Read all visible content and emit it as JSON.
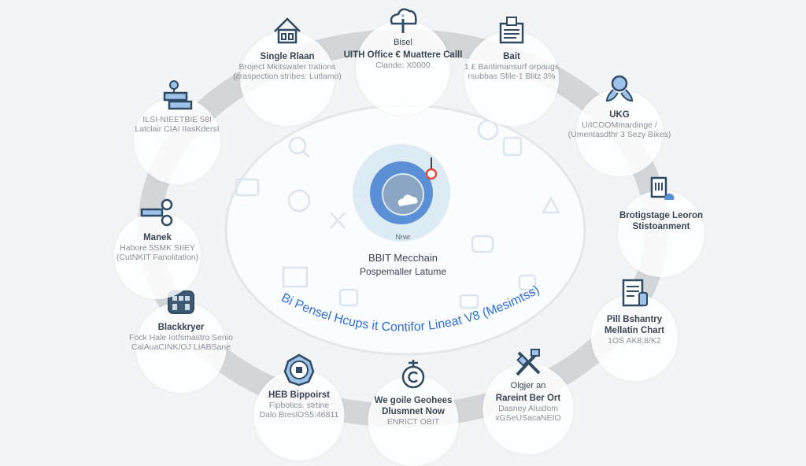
{
  "colors": {
    "ring": "#d3d6d9",
    "accent": "#5b8fd6",
    "icon_stroke": "#2f4a63",
    "icon_fill": "#9fc2ea",
    "arc_text": "#2f6fd6"
  },
  "center": {
    "tag": "Nrwr",
    "title": "BBIT Mecchain",
    "subtitle": "Pospemaller Latume",
    "icon": "globe-icon"
  },
  "arc_text": "Bi Pensel Hcups it Contifor Lineat V8 (Mesimtss)",
  "nodes": [
    {
      "id": "single-plan",
      "icon": "house-icon",
      "pre": "",
      "title": "Single Rlaan",
      "sub": [
        "Broject Mkitswater trations",
        "(craspection stribes: Lutlamo)"
      ]
    },
    {
      "id": "office-matter",
      "icon": "cloud-icon",
      "pre": "Bisel",
      "title": "UITH Office € Muattere Calll",
      "sub": [
        "Clande: X0000"
      ]
    },
    {
      "id": "bait",
      "icon": "document-icon",
      "pre": "",
      "title": "Bait",
      "sub": [
        "1 £ Bantimansurf orpaugs",
        "rsubbas Sfile-1 Blitz 3%"
      ]
    },
    {
      "id": "ukg",
      "icon": "person-icon",
      "pre": "",
      "title": "UKG",
      "sub": [
        "U/ICOOMmardinge /",
        "(Umentasdthr 3 Sezy Bikes)"
      ]
    },
    {
      "id": "enterprise",
      "icon": "clipboard-icon",
      "pre": "",
      "title": "Brotigstage Leoron",
      "sub": [
        "Stistoanment"
      ],
      "subDark": true
    },
    {
      "id": "pill-chart",
      "icon": "report-icon",
      "pre": "",
      "title": "Pill Bshantry",
      "sub": [
        "Mellatin Chart",
        "1OS AK8,8/K2"
      ],
      "firstSubDark": true
    },
    {
      "id": "orange",
      "icon": "tools-icon",
      "pre": "Olgjer an",
      "title": "Rareint Ber Ort",
      "sub": [
        "Dasney Aluidom",
        "xGSeUSacaNEIO"
      ]
    },
    {
      "id": "we-goile",
      "icon": "stopwatch-icon",
      "pre": "",
      "title": "We goile Geohees",
      "sub": [
        "Dlusmnet Now",
        "ENRICT OBIT"
      ],
      "firstSubDark": true
    },
    {
      "id": "heb",
      "icon": "badge-icon",
      "pre": "",
      "title": "HEB Bippoirst",
      "sub": [
        "Fipbotics. strtine",
        "Dalo BreslOS5:46811"
      ]
    },
    {
      "id": "blackkryer",
      "icon": "building-icon",
      "pre": "",
      "title": "Blackkryer",
      "sub": [
        "Fock Hale Iotfsmastro Senio",
        "CalAuaCINK/OJ LIABSane"
      ]
    },
    {
      "id": "manek",
      "icon": "connector-icon",
      "pre": "",
      "title": "Manek",
      "sub": [
        "Habore 5SMK SIIEY",
        "(CutNKIT Fanolitation)"
      ]
    },
    {
      "id": "left-top",
      "icon": "server-icon",
      "pre": "",
      "title": "",
      "sub": [
        "ILSI-NIEETBIE 58I",
        "Latclair CIAI IIasKdersI"
      ]
    }
  ]
}
